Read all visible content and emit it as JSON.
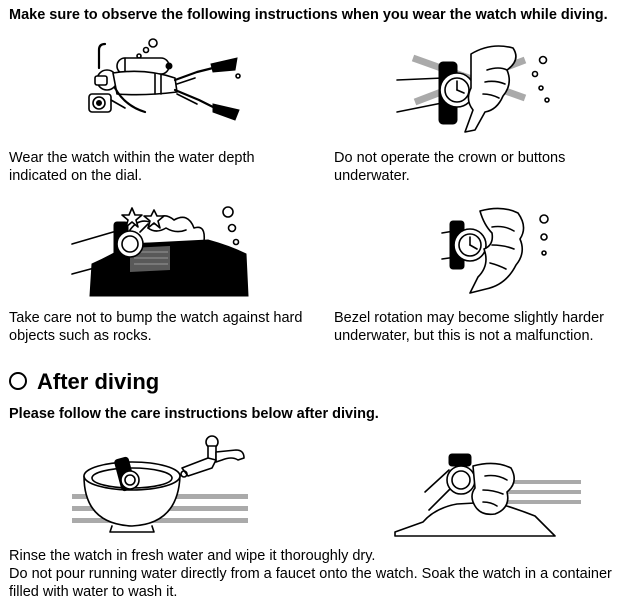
{
  "diving": {
    "heading": "Make sure to observe the following instructions when you wear the watch while diving.",
    "items": [
      {
        "lines": [
          "Wear the watch within the water depth",
          "indicated on the dial."
        ]
      },
      {
        "lines": [
          "Do not operate the crown or buttons",
          "underwater."
        ]
      },
      {
        "lines": [
          "Take care not to bump the watch against hard",
          "objects such as rocks."
        ]
      },
      {
        "lines": [
          "Bezel rotation may become slightly harder",
          "underwater, but this is not a malfunction."
        ]
      }
    ]
  },
  "after_diving": {
    "title": "After diving",
    "subheading": "Please follow the care instructions below after diving.",
    "lines": [
      "Rinse the watch in fresh water and wipe it thoroughly dry.",
      "Do not pour running water directly from a faucet onto the watch. Soak the watch in a container",
      "filled with water to wash it."
    ]
  }
}
